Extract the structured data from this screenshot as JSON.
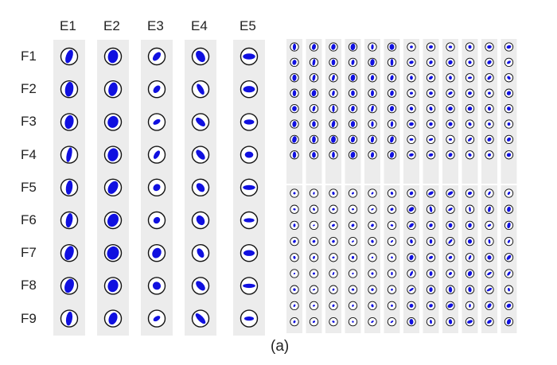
{
  "figure": {
    "caption": "(a)",
    "left_grid": {
      "columns": [
        "E1",
        "E2",
        "E3",
        "E4",
        "E5"
      ],
      "rows": [
        "F1",
        "F2",
        "F3",
        "F4",
        "F5",
        "F6",
        "F7",
        "F8",
        "F9"
      ]
    },
    "right_grid": {
      "columns": 12,
      "top_block_rows": 8,
      "bottom_block_rows": 9
    },
    "colors": {
      "panel_bg": "#ececec",
      "ellipse_fill": "#1010e0",
      "ring_stroke": "#111111"
    }
  }
}
